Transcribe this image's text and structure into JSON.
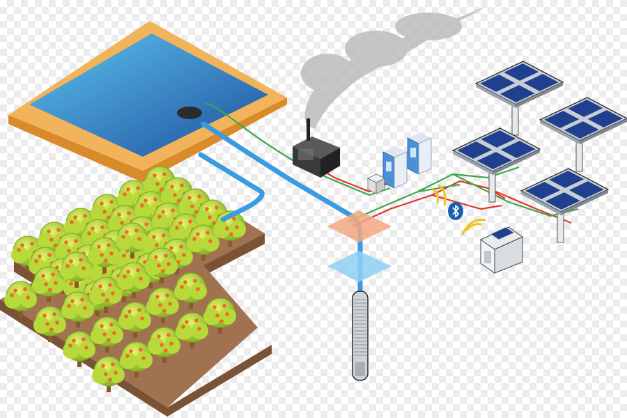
{
  "colors": {
    "pond_rim": "#f2b45a",
    "pond_rim_dark": "#d98a2b",
    "water_light": "#5cc3ee",
    "water_dark": "#1e4f9e",
    "pipe": "#3b9be0",
    "wire_red": "#e53330",
    "wire_green": "#3aa84a",
    "soil": "#a0724f",
    "soil_dark": "#7a5235",
    "tree_leaf": "#b7d93a",
    "tree_leaf_dark": "#7fae22",
    "fruit": "#ef6a2a",
    "trunk": "#8a5a2b",
    "panel_cell": "#1f3f8f",
    "panel_frame": "#c9ced6",
    "inverter": "#4a8fd8",
    "generator": "#3a3a3a",
    "smoke": "#bdbdbd",
    "bluetooth": "#1b5fb3",
    "signal": "#f2c21a",
    "plate_orange": "#f2a882",
    "plate_blue": "#8fd0f2"
  },
  "icons": {
    "wireless": "bluetooth-icon",
    "signal": "signal-waves-icon"
  },
  "components": [
    "reservoir-pond",
    "float-switch",
    "diesel-generator",
    "pump-controllers",
    "junction-box",
    "solar-array",
    "remote-monitor",
    "borehole-pump",
    "orchard"
  ]
}
